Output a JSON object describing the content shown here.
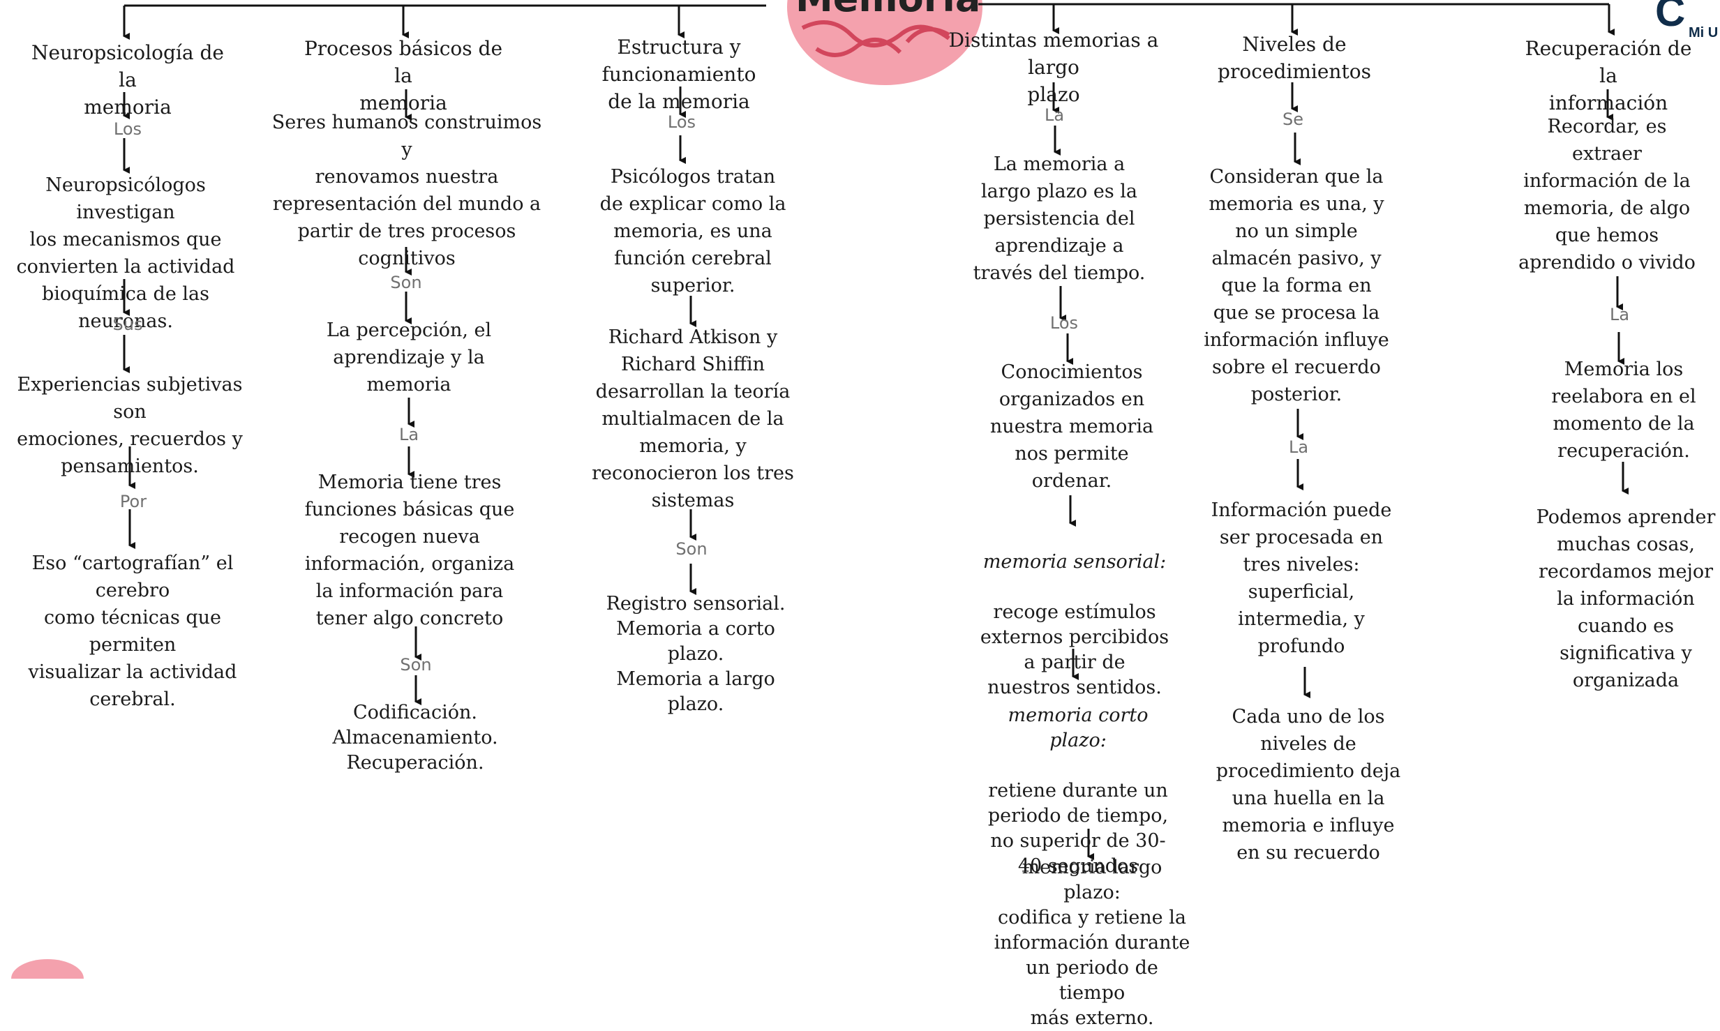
{
  "title": "Memoria",
  "logo_text": "Mi U",
  "columns": [
    {
      "header": "Neuropsicología de la\nmemoria",
      "items": [
        {
          "type": "connector",
          "text": "Los"
        },
        {
          "type": "text",
          "text": "Neuropsicólogos investigan\nlos mecanismos que\nconvierten la actividad\nbioquímica de las neuronas."
        },
        {
          "type": "connector",
          "text": "Sus"
        },
        {
          "type": "text",
          "text": "Experiencias subjetivas son\nemociones, recuerdos y\npensamientos."
        },
        {
          "type": "connector",
          "text": "Por"
        },
        {
          "type": "text",
          "text": "Eso “cartografían” el cerebro\ncomo técnicas que permiten\nvisualizar la actividad\ncerebral."
        }
      ]
    },
    {
      "header": "Procesos básicos de la\nmemoria",
      "items": [
        {
          "type": "text",
          "text": "Seres humanos construimos y\nrenovamos nuestra\nrepresentación del mundo a\npartir de tres procesos\ncognitivos"
        },
        {
          "type": "connector",
          "text": "Son"
        },
        {
          "type": "text",
          "text": "La percepción, el\naprendizaje y la\nmemoria"
        },
        {
          "type": "connector",
          "text": "La"
        },
        {
          "type": "text",
          "text": "Memoria tiene tres\nfunciones básicas que\nrecogen nueva\ninformación, organiza\nla información para\ntener algo concreto"
        },
        {
          "type": "connector",
          "text": "Son"
        },
        {
          "type": "text",
          "text": "Codificación.\nAlmacenamiento.\nRecuperación."
        }
      ]
    },
    {
      "header": "Estructura y funcionamiento\nde la memoria",
      "items": [
        {
          "type": "connector",
          "text": "Los"
        },
        {
          "type": "text",
          "text": "Psicólogos tratan\nde explicar como la\nmemoria, es una\nfunción cerebral\nsuperior."
        },
        {
          "type": "text",
          "text": "Richard Atkison y\nRichard Shiffin\ndesarrollan la teoría\nmultialmacen de la\nmemoria, y\nreconocieron los tres\nsistemas"
        },
        {
          "type": "connector",
          "text": "Son"
        },
        {
          "type": "text",
          "text": "Registro sensorial.\nMemoria a corto\nplazo.\nMemoria a largo\nplazo."
        }
      ]
    },
    {
      "header": "Distintas memorias a largo\nplazo",
      "items": [
        {
          "type": "connector",
          "text": "La"
        },
        {
          "type": "text",
          "text": "La memoria a\nlargo plazo es la\npersistencia del\naprendizaje a\ntravés del tiempo."
        },
        {
          "type": "connector",
          "text": "Los"
        },
        {
          "type": "text",
          "text": "Conocimientos\norganizados en\nnuestra memoria\nnos permite\nordenar."
        },
        {
          "type": "term",
          "label": "memoria sensorial:",
          "text": "recoge estímulos\nexternos percibidos\na partir de\nnuestros sentidos."
        },
        {
          "type": "term",
          "label": "memoria corto\nplazo:",
          "text": "retiene durante un\nperiodo de tiempo,\nno superior de 30-\n40 segundos"
        },
        {
          "type": "text",
          "text": "memoria largo plazo:\ncodifica y retiene la\ninformación durante\nun periodo de tiempo\nmás externo."
        }
      ]
    },
    {
      "header": "Niveles de\nprocedimientos",
      "items": [
        {
          "type": "connector",
          "text": "Se"
        },
        {
          "type": "text",
          "text": "Consideran que la\nmemoria es una, y\nno un simple\nalmacén pasivo, y\nque la forma en\nque se procesa la\ninformación influye\nsobre el recuerdo\nposterior."
        },
        {
          "type": "connector",
          "text": "La"
        },
        {
          "type": "text",
          "text": "Información puede\nser procesada en\ntres niveles:\nsuperficial,\nintermedia, y\nprofundo"
        },
        {
          "type": "text",
          "text": "Cada uno de los\nniveles de\nprocedimiento deja\nuna huella en la\nmemoria e influye\nen su recuerdo"
        }
      ]
    },
    {
      "header": "Recuperación de la\ninformación",
      "items": [
        {
          "type": "text",
          "text": "Recordar, es\nextraer\ninformación de la\nmemoria, de algo\nque hemos\naprendido o vivido"
        },
        {
          "type": "connector",
          "text": "La"
        },
        {
          "type": "text",
          "text": "Memoria los\nreelabora en el\nmomento de la\nrecuperación."
        },
        {
          "type": "text",
          "text": "Podemos aprender\nmuchas cosas,\nrecordamos mejor\nla información\ncuando es\nsignificativa y\norganizada"
        }
      ]
    }
  ]
}
